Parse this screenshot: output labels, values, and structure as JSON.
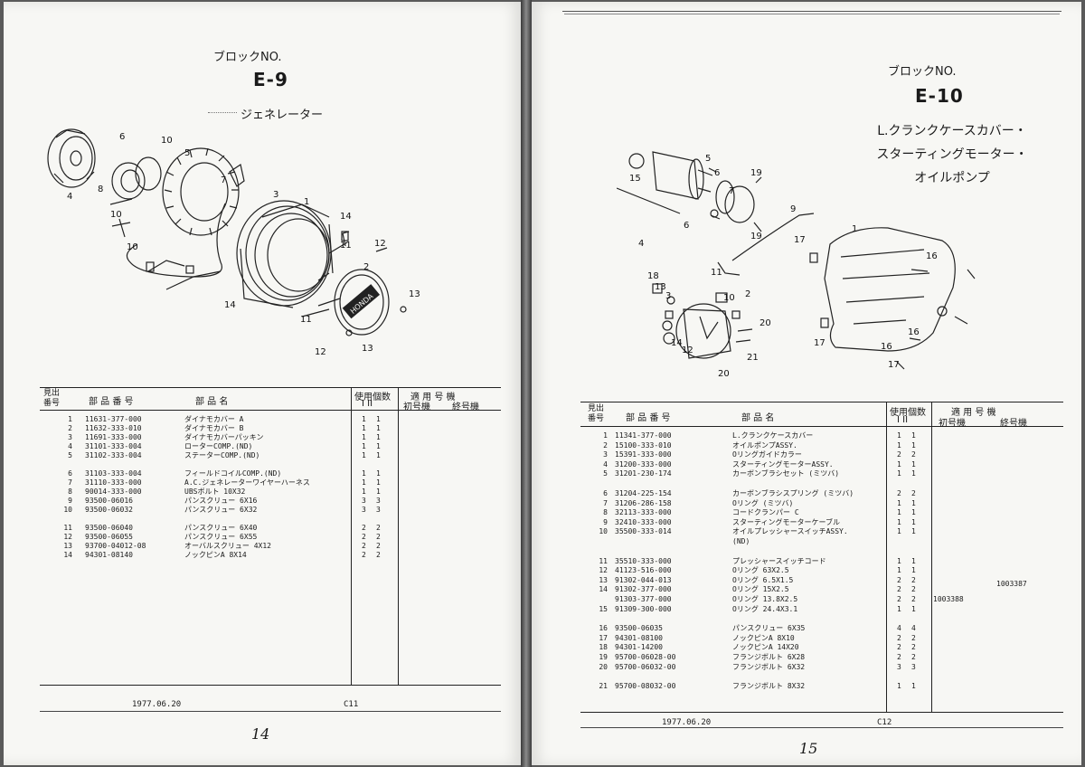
{
  "left": {
    "block_label": "ブロックNO.",
    "block_code": "E-9",
    "title": "ジェネレーター",
    "callouts": [
      "4",
      "6",
      "8",
      "10",
      "5",
      "10",
      "10",
      "7",
      "3",
      "1",
      "14",
      "11",
      "12",
      "2",
      "13",
      "14",
      "11",
      "12",
      "13"
    ],
    "headers": {
      "ref_no": "見出\n番号",
      "part_no": "部 品 番 号",
      "part_name": "部    品    名",
      "qty": "使用個数",
      "qty_cols": "I  II",
      "model": "適 用 号 機",
      "model_first": "初号機",
      "model_last": "終号機"
    },
    "row_groups": [
      [
        {
          "no": "1",
          "part": "11631-377-000",
          "name": "ダイナモカバー A",
          "q1": "1",
          "q2": "1"
        },
        {
          "no": "2",
          "part": "11632-333-010",
          "name": "ダイナモカバー B",
          "q1": "1",
          "q2": "1"
        },
        {
          "no": "3",
          "part": "11691-333-000",
          "name": "ダイナモカバーパッキン",
          "q1": "1",
          "q2": "1"
        },
        {
          "no": "4",
          "part": "31101-333-004",
          "name": "ローターCOMP.(ND)",
          "q1": "1",
          "q2": "1"
        },
        {
          "no": "5",
          "part": "31102-333-004",
          "name": "ステーターCOMP.(ND)",
          "q1": "1",
          "q2": "1"
        }
      ],
      [
        {
          "no": "6",
          "part": "31103-333-004",
          "name": "フィールドコイルCOMP.(ND)",
          "q1": "1",
          "q2": "1"
        },
        {
          "no": "7",
          "part": "31110-333-000",
          "name": "A.C.ジェネレーターワイヤーハーネス",
          "q1": "1",
          "q2": "1"
        },
        {
          "no": "8",
          "part": "90014-333-000",
          "name": "UBSボルト 10X32",
          "q1": "1",
          "q2": "1"
        },
        {
          "no": "9",
          "part": "93500-06016",
          "name": "パンスクリュー 6X16",
          "q1": "3",
          "q2": "3"
        },
        {
          "no": "10",
          "part": "93500-06032",
          "name": "パンスクリュー 6X32",
          "q1": "3",
          "q2": "3"
        }
      ],
      [
        {
          "no": "11",
          "part": "93500-06040",
          "name": "パンスクリュー 6X40",
          "q1": "2",
          "q2": "2"
        },
        {
          "no": "12",
          "part": "93500-06055",
          "name": "パンスクリュー 6X55",
          "q1": "2",
          "q2": "2"
        },
        {
          "no": "13",
          "part": "93700-04012-08",
          "name": "オーバルスクリュー 4X12",
          "q1": "2",
          "q2": "2"
        },
        {
          "no": "14",
          "part": "94301-08140",
          "name": "ノックピンA 8X14",
          "q1": "2",
          "q2": "2"
        }
      ]
    ],
    "footer_date": "1977.06.20",
    "footer_code": "C11",
    "page_number": "14"
  },
  "right": {
    "block_label": "ブロックNO.",
    "block_code": "E-10",
    "title_lines": [
      "L.クランクケースカバー・",
      "スターティングモーター・",
      "オイルポンプ"
    ],
    "callouts": [
      "15",
      "5",
      "6",
      "7",
      "19",
      "9",
      "4",
      "6",
      "19",
      "1",
      "11",
      "17",
      "16",
      "18",
      "13",
      "3",
      "10",
      "2",
      "12",
      "14",
      "20",
      "21",
      "20",
      "17",
      "16",
      "16",
      "17"
    ],
    "headers": {
      "ref_no": "見出\n番号",
      "part_no": "部 品 番 号",
      "part_name": "部    品    名",
      "qty": "使用個数",
      "qty_cols": "I  II",
      "model": "適 用 号 機",
      "model_first": "初号機",
      "model_last": "終号機"
    },
    "row_groups": [
      [
        {
          "no": "1",
          "part": "11341-377-000",
          "name": "L.クランクケースカバー",
          "q1": "1",
          "q2": "1"
        },
        {
          "no": "2",
          "part": "15100-333-010",
          "name": "オイルポンプASSY.",
          "q1": "1",
          "q2": "1"
        },
        {
          "no": "3",
          "part": "15391-333-000",
          "name": "Oリングガイドカラー",
          "q1": "2",
          "q2": "2"
        },
        {
          "no": "4",
          "part": "31200-333-000",
          "name": "スターティングモーターASSY.",
          "q1": "1",
          "q2": "1"
        },
        {
          "no": "5",
          "part": "31201-230-174",
          "name": "カーボンブラシセット (ミツバ)",
          "q1": "1",
          "q2": "1"
        }
      ],
      [
        {
          "no": "6",
          "part": "31204-225-154",
          "name": "カーボンブラシスプリング (ミツバ)",
          "q1": "2",
          "q2": "2"
        },
        {
          "no": "7",
          "part": "31206-286-158",
          "name": "Oリング (ミツバ)",
          "q1": "1",
          "q2": "1"
        },
        {
          "no": "8",
          "part": "32113-333-000",
          "name": "コードクランパー C",
          "q1": "1",
          "q2": "1"
        },
        {
          "no": "9",
          "part": "32410-333-000",
          "name": "スターティングモーターケーブル",
          "q1": "1",
          "q2": "1"
        },
        {
          "no": "10",
          "part": "35500-333-014",
          "name": "オイルプレッシャースイッチASSY.",
          "q1": "1",
          "q2": "1"
        },
        {
          "no": "",
          "part": "",
          "name": "(ND)",
          "q1": "",
          "q2": ""
        }
      ],
      [
        {
          "no": "11",
          "part": "35510-333-000",
          "name": "プレッシャースイッチコード",
          "q1": "1",
          "q2": "1"
        },
        {
          "no": "12",
          "part": "41123-516-000",
          "name": "Oリング 63X2.5",
          "q1": "1",
          "q2": "1"
        },
        {
          "no": "13",
          "part": "91302-044-013",
          "name": "Oリング 6.5X1.5",
          "q1": "2",
          "q2": "2"
        },
        {
          "no": "14",
          "part": "91302-377-000",
          "name": "Oリング 15X2.5",
          "q1": "2",
          "q2": "2",
          "m2": "1003387"
        },
        {
          "no": "",
          "part": "91303-377-000",
          "name": "Oリング 13.8X2.5",
          "q1": "2",
          "q2": "2",
          "m1": "1003388"
        },
        {
          "no": "15",
          "part": "91309-300-000",
          "name": "Oリング 24.4X3.1",
          "q1": "1",
          "q2": "1"
        }
      ],
      [
        {
          "no": "16",
          "part": "93500-06035",
          "name": "パンスクリュー 6X35",
          "q1": "4",
          "q2": "4"
        },
        {
          "no": "17",
          "part": "94301-08100",
          "name": "ノックピンA 8X10",
          "q1": "2",
          "q2": "2"
        },
        {
          "no": "18",
          "part": "94301-14200",
          "name": "ノックピンA 14X20",
          "q1": "2",
          "q2": "2"
        },
        {
          "no": "19",
          "part": "95700-06028-00",
          "name": "フランジボルト 6X28",
          "q1": "2",
          "q2": "2"
        },
        {
          "no": "20",
          "part": "95700-06032-00",
          "name": "フランジボルト 6X32",
          "q1": "3",
          "q2": "3"
        }
      ],
      [
        {
          "no": "21",
          "part": "95700-08032-00",
          "name": "フランジボルト 8X32",
          "q1": "1",
          "q2": "1"
        }
      ]
    ],
    "footer_date": "1977.06.20",
    "footer_code": "C12",
    "page_number": "15"
  }
}
